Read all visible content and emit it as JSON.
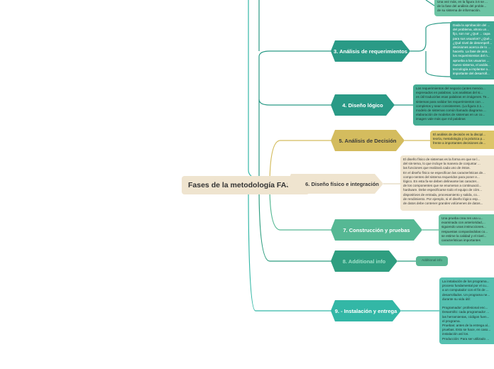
{
  "root": {
    "title": "Fases de la metodología FAST"
  },
  "branches": [
    {
      "title": "3. Análisis de requerimientos",
      "color": "#2a9a86",
      "note": "Dada la aprobación del ...\ndel problema, ahora un...\nfijo, son no! ¿Qué ... capa\npara sus usuarios? ¿Qué...\n¿Qué nivel de desempeñ...\ndecisiones acerca de lo ...\nhacerlo. La fase de aná...\nlos requerimientos del n...\naprueba a los usuarios ...\nnuevo sistema, el anális...\ntecnología a implantar o...\nimportante del desarroll..."
    },
    {
      "title": "4. Diseño lógico",
      "color": "#2a9a86",
      "note": "Los requerimientos del negocio (antes mencio...\nexpresados en palabras. Los analistas del si...\nes útil traducirlas esas palabras en imágenes. Te...\nsistemas para validar los requerimientos con ...\ncompletos y sean consistentes. (La figura 3.1...\nmodelo de sistemas común llamado diagrama ...\nelaboración de modelos de sistemas en un co...\nimagen vale más que mil palabras"
    },
    {
      "title": "5. Análisis de Decisión",
      "color": "#d4bc5e",
      "note": "El análisis de decisión es la discipl...\nteoría, metodología y la práctica p...\nfrente a importantes decisiones de..."
    },
    {
      "title": "6. Diseño físico e integración",
      "color": "#efe4cf",
      "note": "El diseño físico de sistemas es la forma en que se l...\ndel sis-tema, lo que incluye la manera de conjuntar ...\nlas funciones que realizará cada uno de éstos.\nEn el diseño físico se especifican las características de...\ncompo-nentes del sistema requeridos para poner e...\nlógico. En esta fa-se deben delinearse las caracter...\nde los componentes que se enumeran a continuació...\nhardware. Debe especificarse todo el equipo de cóm...\ndispositivos de entrada, procesamiento y salida, co...\nde rendimiento. Por ejemplo, si el diseño lógico esp...\nde datos debe contener grandes volúmenes de datos..."
    },
    {
      "title": "7. Construcción y pruebas",
      "color": "#56b894",
      "note": "Una prueba crea res una u...\nexaminada con anterioridad,...\nsiguiendo unas instrucciones...\nrespuestas comparándolas co...\nse estime la calidad y el nivel...\ncaracterísticas importantes"
    },
    {
      "title": "8. Additional info",
      "color": "#2f9e80",
      "note": "Additional info"
    },
    {
      "title": "9. - Instalación y entrega",
      "color": "#33b7a6",
      "note": "La instalación de los programa...\nproceso fundamental por el cu...\na un computador con el fin de ...\ndesarrollados. Un programa ne...\ndurante su vida útil:\n\nProgramador: profesional enc...\nDesarrollo: cada programador ...\nlas herramientas, códigos fuen...\nel programa.\nPruebas: antes de la entrega al...\npruebas. Esto se hace, en caso...\ninstalación así los.\nProducción: Para ser utilizado ..."
    }
  ],
  "top_note": "Una vez más, en la figura 3.6 se ...\nde la fase del análisis del proble...\nde su sistema de información."
}
